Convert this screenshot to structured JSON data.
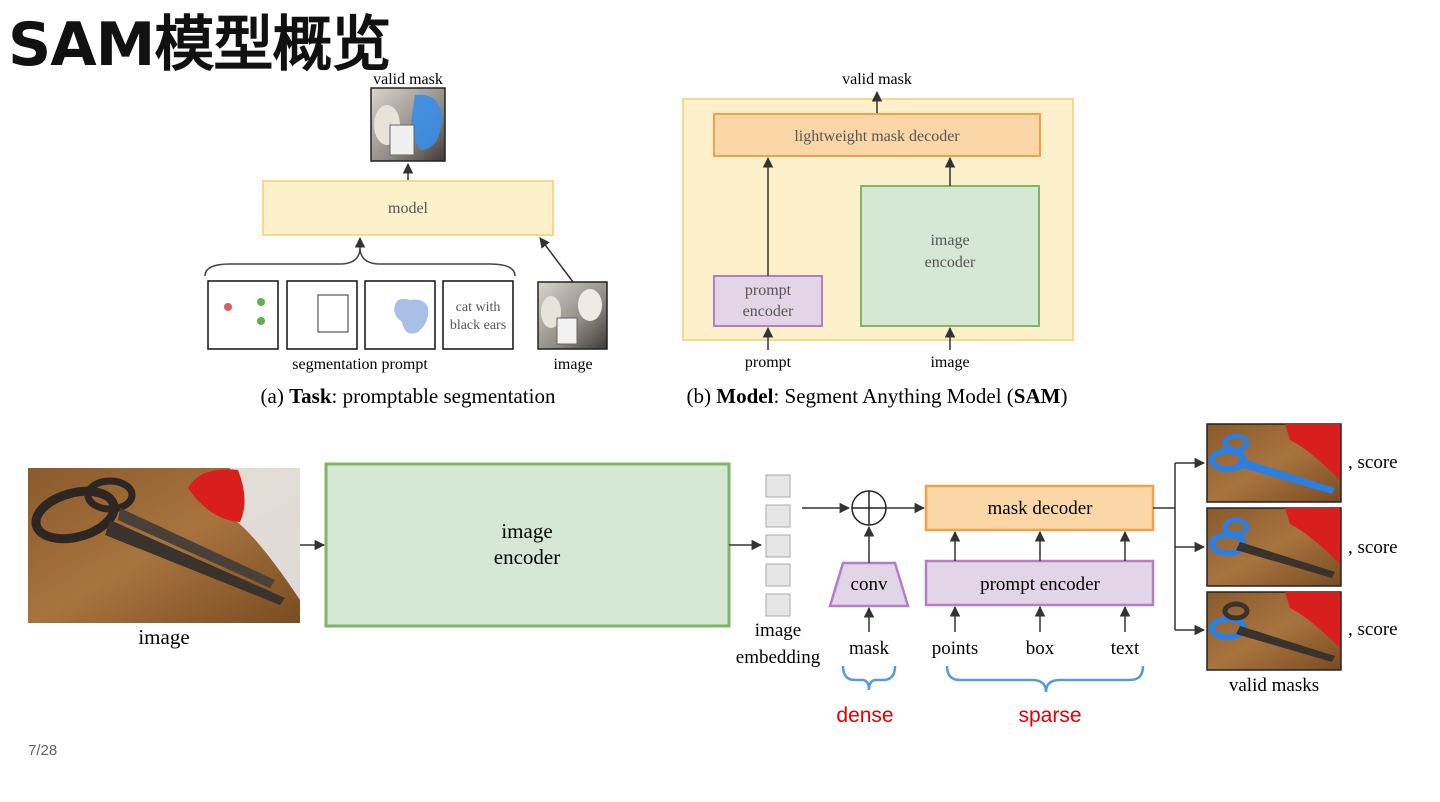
{
  "slide": {
    "title": "SAM模型概览",
    "page_number": "7/28"
  },
  "panel_a": {
    "valid_mask_label": "valid mask",
    "model_label": "model",
    "prompt_text_line1": "cat with",
    "prompt_text_line2": "black ears",
    "segmentation_prompt_label": "segmentation prompt",
    "image_label": "image",
    "caption_prefix": "(a) ",
    "caption_bold": "Task",
    "caption_rest": ": promptable segmentation"
  },
  "panel_b": {
    "valid_mask_label": "valid mask",
    "decoder_label": "lightweight mask decoder",
    "image_encoder_line1": "image",
    "image_encoder_line2": "encoder",
    "prompt_encoder_line1": "prompt",
    "prompt_encoder_line2": "encoder",
    "prompt_label": "prompt",
    "image_label": "image",
    "caption_prefix": "(b) ",
    "caption_bold": "Model",
    "caption_mid": ": Segment Anything Model (",
    "caption_bold2": "SAM",
    "caption_end": ")"
  },
  "pipeline": {
    "image_label": "image",
    "image_encoder_line1": "image",
    "image_encoder_line2": "encoder",
    "embedding_line1": "image",
    "embedding_line2": "embedding",
    "conv_label": "conv",
    "mask_label": "mask",
    "mask_decoder_label": "mask decoder",
    "prompt_encoder_label": "prompt encoder",
    "points_label": "points",
    "box_label": "box",
    "text_label": "text",
    "dense_label": "dense",
    "sparse_label": "sparse",
    "score_labels": [
      ", score",
      ", score",
      ", score"
    ],
    "valid_masks_label": "valid masks"
  },
  "colors": {
    "model_fill": "#fdf1cc",
    "model_stroke": "#f7d98b",
    "decoder_fill": "#fbd7a8",
    "decoder_stroke": "#f0a24a",
    "encoder_fill": "#d5e8d4",
    "encoder_stroke": "#82b366",
    "prompt_fill": "#e1d5e7",
    "prompt_stroke": "#b37fc2",
    "brace_blue": "#5b9bd5",
    "accent_red": "#e00000"
  }
}
